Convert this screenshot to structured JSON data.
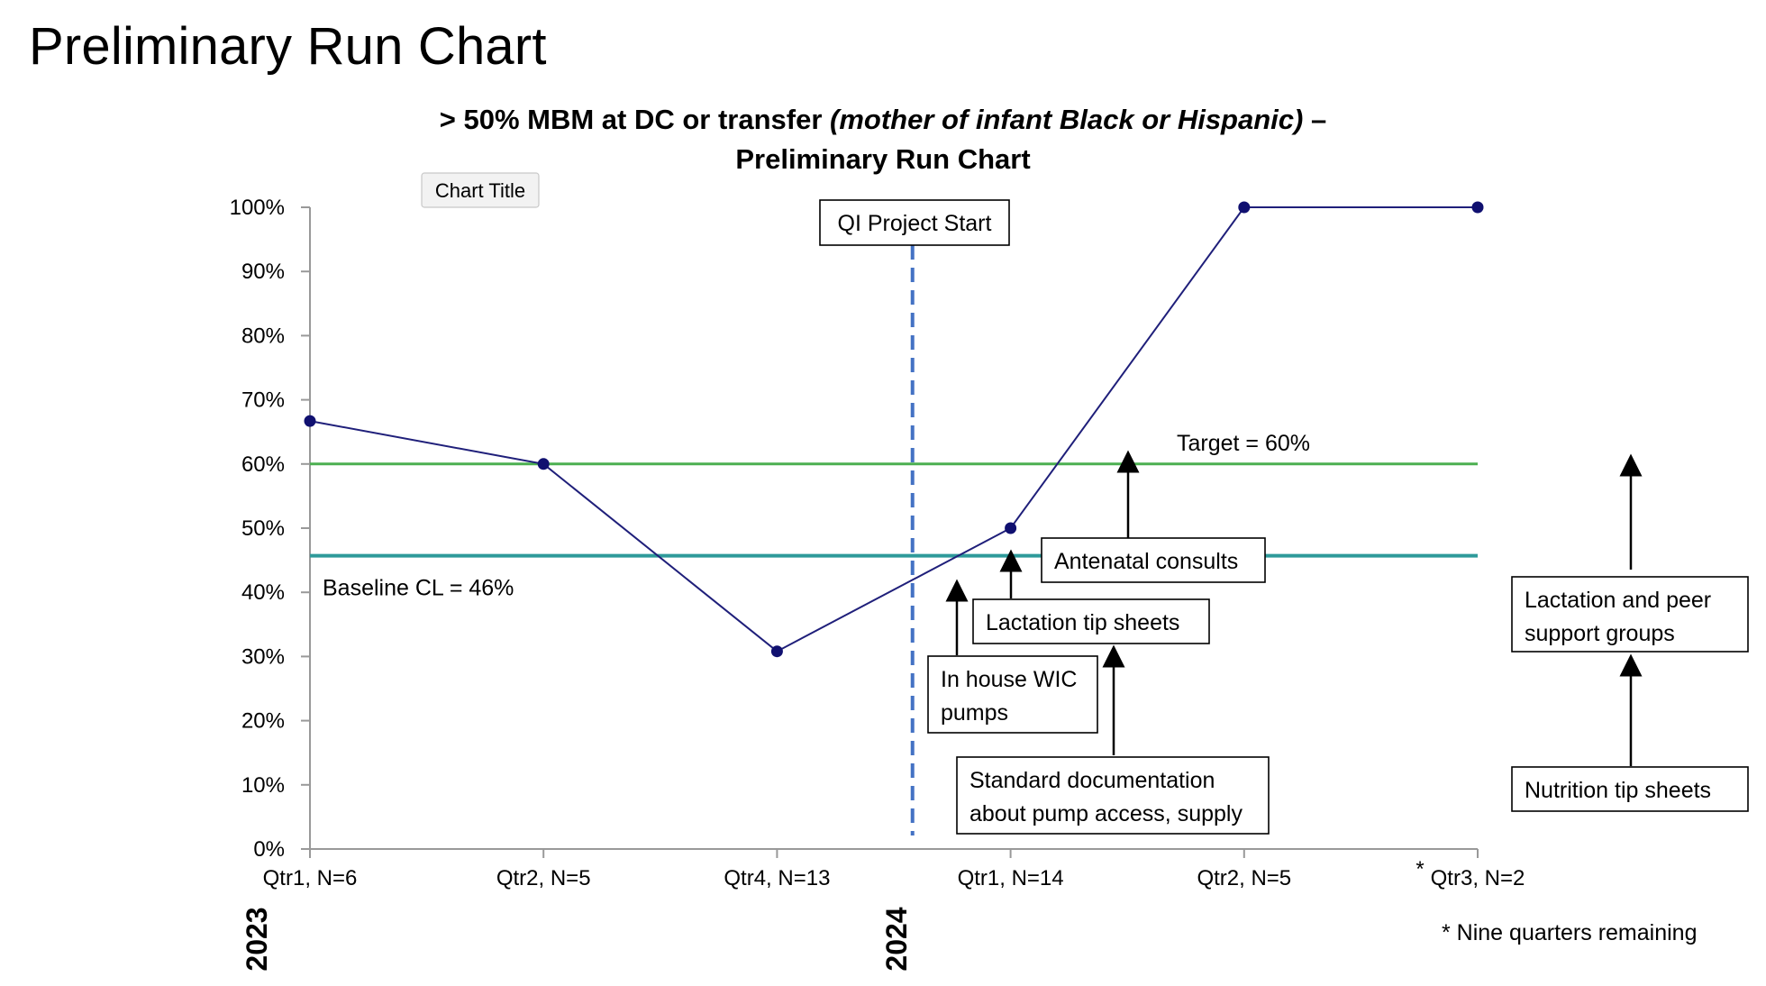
{
  "page": {
    "title": "Preliminary Run Chart",
    "footnote": "* Nine quarters remaining",
    "chip_label": "Chart Title"
  },
  "chart_data": {
    "type": "line",
    "title_line1_prefix": "> 50% MBM at DC or transfer ",
    "title_line1_italic": "(mother of infant Black or Hispanic)",
    "title_line1_suffix": " –",
    "title_line2": "Preliminary Run Chart",
    "x_categories": [
      "Qtr1, N=6",
      "Qtr2, N=5",
      "Qtr4, N=13",
      "Qtr1, N=14",
      "Qtr2, N=5",
      "Qtr3, N=2"
    ],
    "x_category_marks": [
      "",
      "",
      "",
      "",
      "",
      "*"
    ],
    "year_labels": [
      {
        "label": "2023",
        "after_category": -0.5
      },
      {
        "label": "2024",
        "after_category": 2.5
      }
    ],
    "series": [
      {
        "values": [
          66.7,
          60,
          30.8,
          50,
          100,
          100
        ],
        "color": "#1f1f7a"
      }
    ],
    "y_ticks": [
      0,
      10,
      20,
      30,
      40,
      50,
      60,
      70,
      80,
      90,
      100
    ],
    "y_tick_suffix": "%",
    "ylim": [
      0,
      100
    ],
    "reference_lines": [
      {
        "name": "target",
        "value": 60,
        "label": "Target = 60%",
        "color": "#4caf50"
      },
      {
        "name": "baseline",
        "value": 45.7,
        "label": "Baseline CL = 46%",
        "color": "#2e9a9a"
      }
    ],
    "project_start": {
      "label": "QI Project Start",
      "at_category": 2.58,
      "color": "#4472c4"
    },
    "annotations": [
      {
        "name": "antenatal-consults",
        "lines": [
          "Antenatal consults"
        ]
      },
      {
        "name": "lactation-tip-sheets",
        "lines": [
          "Lactation tip sheets"
        ]
      },
      {
        "name": "in-house-wic-pumps",
        "lines": [
          "In house WIC",
          "pumps"
        ]
      },
      {
        "name": "standard-documentation",
        "lines": [
          "Standard documentation",
          "about pump access, supply"
        ]
      },
      {
        "name": "lactation-peer-support",
        "lines": [
          "Lactation and peer",
          "support groups"
        ]
      },
      {
        "name": "nutrition-tip-sheets",
        "lines": [
          "Nutrition tip sheets"
        ]
      }
    ],
    "grid": false,
    "legend": "none"
  }
}
